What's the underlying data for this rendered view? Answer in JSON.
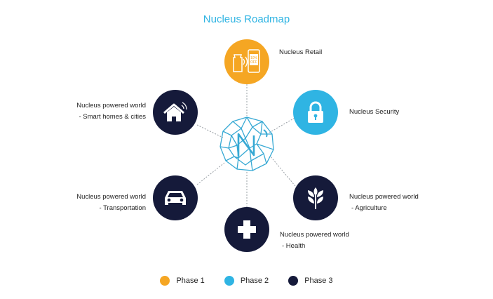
{
  "title": "Nucleus Roadmap",
  "colors": {
    "phase1": "#f5a623",
    "phase2": "#2fb4e3",
    "phase3": "#151a3a",
    "logo": "#37a9d4"
  },
  "nodes": [
    {
      "id": "retail",
      "icon": "shopping-discount-icon",
      "phase": 1,
      "label_lines": [
        "Nucleus Retail"
      ]
    },
    {
      "id": "security",
      "icon": "padlock-icon",
      "phase": 2,
      "label_lines": [
        "Nucleus Security"
      ]
    },
    {
      "id": "smart-homes",
      "icon": "smart-home-icon",
      "phase": 3,
      "label_lines": [
        "Nucleus powered world",
        "- Smart homes & cities"
      ]
    },
    {
      "id": "transportation",
      "icon": "car-icon",
      "phase": 3,
      "label_lines": [
        "Nucleus powered world",
        "- Transportation"
      ]
    },
    {
      "id": "agriculture",
      "icon": "wheat-icon",
      "phase": 3,
      "label_lines": [
        "Nucleus powered world",
        "- Agriculture"
      ]
    },
    {
      "id": "health",
      "icon": "medical-cross-icon",
      "phase": 3,
      "label_lines": [
        "Nucleus powered world",
        "- Health"
      ]
    }
  ],
  "retail_icon_text": "10%\nOFF",
  "legend": [
    {
      "label": "Phase 1",
      "color": "#f5a623"
    },
    {
      "label": "Phase 2",
      "color": "#2fb4e3"
    },
    {
      "label": "Phase 3",
      "color": "#151a3a"
    }
  ]
}
